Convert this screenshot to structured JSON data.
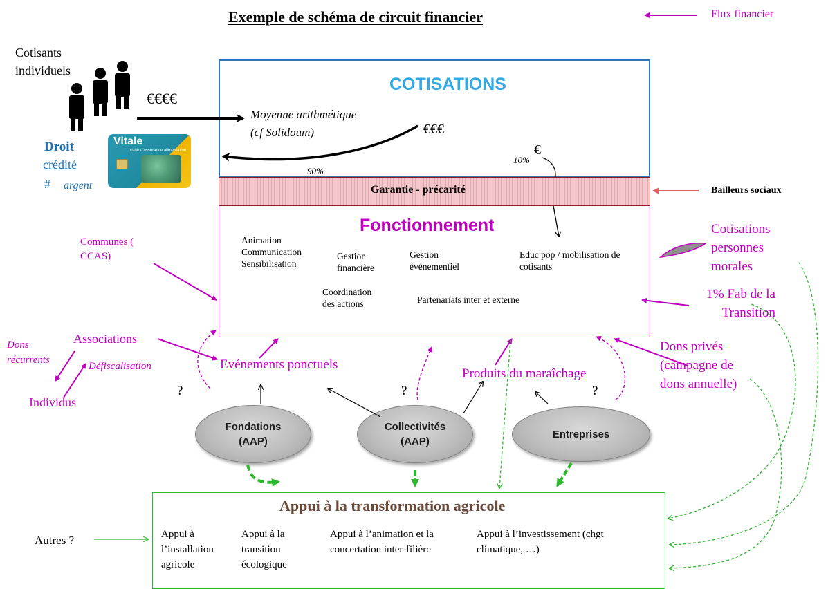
{
  "title": "Exemple de schéma de circuit financier",
  "legend": {
    "label": "Flux financier"
  },
  "cotisants": {
    "label_1": "Cotisants",
    "label_2": "individuels",
    "euros": "€€€€"
  },
  "droit": {
    "label_1": "Droit",
    "label_2": "crédité",
    "label_3": "#",
    "label_4": "argent"
  },
  "card": {
    "brand": "Vitale",
    "subtitle": "carte d'assurance alimentation"
  },
  "cotisations": {
    "title": "COTISATIONS",
    "moyenne_1": "Moyenne arithmétique",
    "moyenne_2": "(cf Solidoum)",
    "euros_3": "€€€",
    "euro_1": "€",
    "pct_90": "90%",
    "pct_10": "10%"
  },
  "garantie": {
    "label": "Garantie - précarité"
  },
  "bailleurs": {
    "label": "Bailleurs sociaux"
  },
  "fonctionnement": {
    "title": "Fonctionnement",
    "items": [
      "Animation Communication Sensibilisation",
      "Gestion financière",
      "Gestion événementiel",
      "Educ pop / mobilisation de cotisants",
      "Coordination des actions",
      "Partenariats inter et externe"
    ]
  },
  "left": {
    "communes": "Communes ( CCAS)",
    "associations": "Associations",
    "dons_recurrents": "Dons récurrents",
    "defiscalisation": "Défiscalisation",
    "individus": "Individus",
    "question": "?"
  },
  "middle": {
    "evenements": "Evénements ponctuels",
    "produits": "Produits du maraîchage",
    "question": "?"
  },
  "right": {
    "cotisations_pm": "Cotisations personnes morales",
    "fab": "1% Fab de la Transition",
    "dons_prives": "Dons privés (campagne de dons annuelle)"
  },
  "funders": [
    {
      "line1": "Fondations",
      "line2": "(AAP)"
    },
    {
      "line1": "Collectivités",
      "line2": "(AAP)"
    },
    {
      "line1": "Entreprises",
      "line2": ""
    }
  ],
  "appui": {
    "title": "Appui à la transformation agricole",
    "items": [
      "Appui à l’installation agricole",
      "Appui à la transition écologique",
      "Appui à l’animation et la concertation inter-filière",
      "Appui à l’investissement (chgt climatique, …)"
    ]
  },
  "autres": {
    "label": "Autres ?"
  },
  "colors": {
    "magenta": "#c000c0",
    "blue": "#2e75b6",
    "green": "#2db82d",
    "band": "#f1c9cd",
    "ellipse": "#bdbdbd"
  }
}
